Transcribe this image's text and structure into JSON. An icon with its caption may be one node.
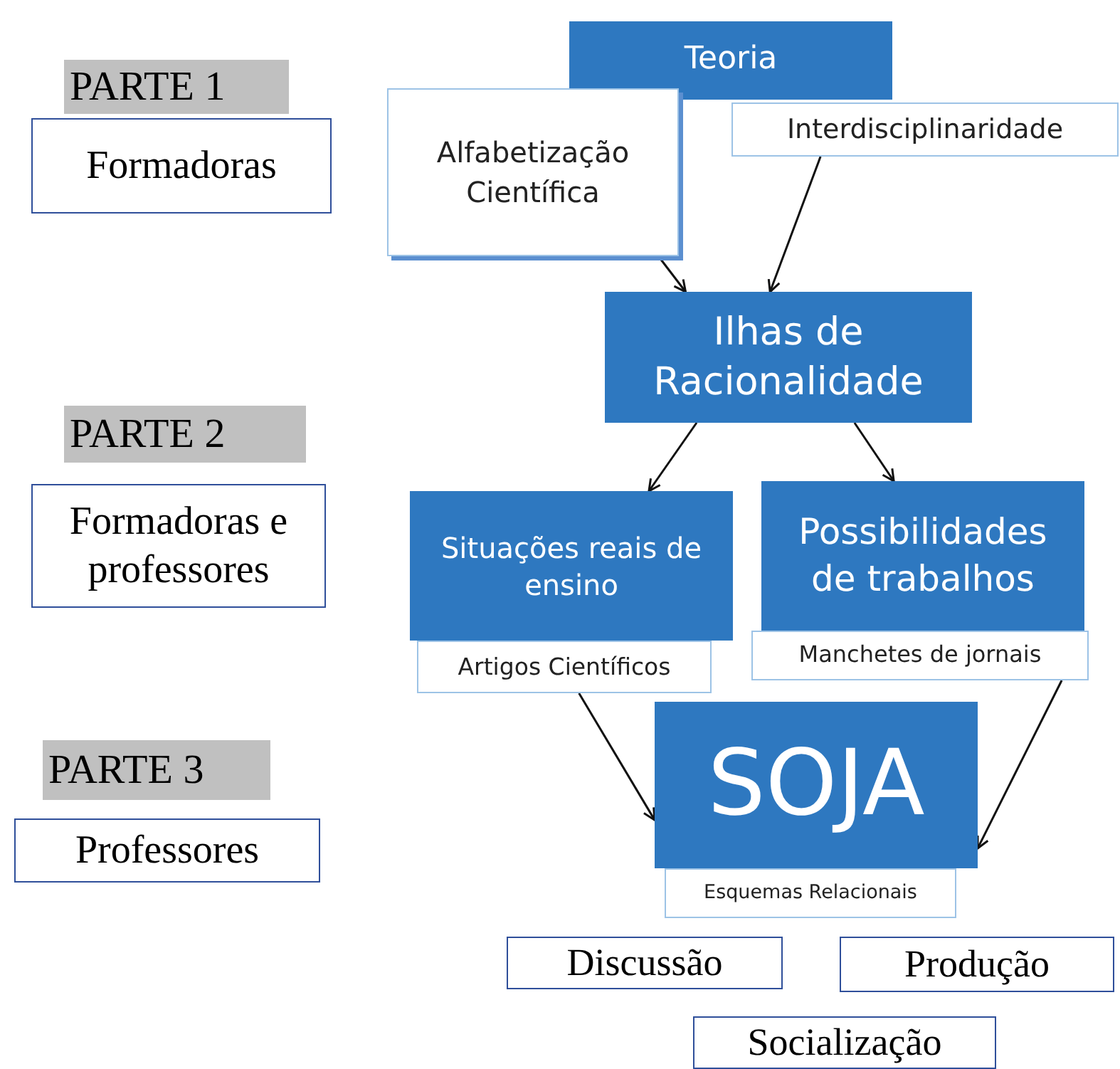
{
  "diagram": {
    "nodes": [
      {
        "text": [
          "PARTE 1"
        ]
      },
      {
        "text": [
          "Formadoras"
        ]
      },
      {
        "text": [
          "Teoria"
        ]
      },
      {
        "text": [
          "Alfabetização Científica"
        ]
      },
      {
        "text": [
          "Interdisciplinaridade"
        ]
      },
      {
        "text": [
          "Ilhas de Racionalidade"
        ]
      },
      {
        "text": [
          "PARTE 2"
        ]
      },
      {
        "text": [
          "Formadoras e professores"
        ]
      },
      {
        "text": [
          "Situações reais de ensino"
        ]
      },
      {
        "text": [
          "Possibilidades de trabalhos"
        ]
      },
      {
        "text": [
          "Artigos Científicos"
        ]
      },
      {
        "text": [
          "Manchetes de jornais"
        ]
      },
      {
        "text": [
          "PARTE 3"
        ]
      },
      {
        "text": [
          "SOJA"
        ]
      },
      {
        "text": [
          "Esquemas Relacionais"
        ]
      },
      {
        "text": [
          "Professores"
        ]
      },
      {
        "text": [
          "Discussão"
        ]
      },
      {
        "text": [
          "Produção"
        ]
      },
      {
        "text": [
          "Socialização"
        ]
      }
    ],
    "edges": [
      {
        "from": 3,
        "to": 5,
        "arrow": "to"
      },
      {
        "from": 4,
        "to": 5,
        "arrow": "to"
      },
      {
        "from": 5,
        "to": 8,
        "arrow": "to"
      },
      {
        "from": 5,
        "to": 9,
        "arrow": "to"
      },
      {
        "from": 10,
        "to": 13,
        "arrow": "to"
      },
      {
        "from": 11,
        "to": 13,
        "arrow": "to"
      }
    ]
  }
}
